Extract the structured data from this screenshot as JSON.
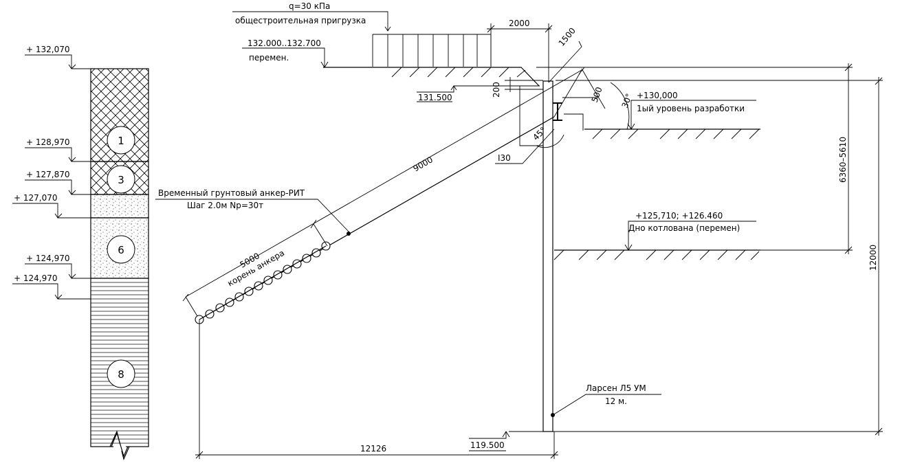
{
  "load": {
    "q": "q=30 кПа",
    "desc": "общестроительная пригрузка"
  },
  "ground_top": {
    "range": "132.000..132.700",
    "note": "перемен."
  },
  "dims": {
    "d2000": "2000",
    "d1500": "1500",
    "d200": "200",
    "d500": "500",
    "d9000": "9000",
    "d5000": "5000",
    "d12126": "12126",
    "d6360": "6360–5610",
    "d12000": "12000"
  },
  "elevations": {
    "e131500": "131.500",
    "e130000": "+130,000",
    "level1": "1ый уровень разработки",
    "bottom": "+125,710; +126.460",
    "bottom_note": "Дно котлована (перемен)",
    "e119500": "119.500"
  },
  "angles": {
    "a30": "30°",
    "a45": "45°"
  },
  "waler": "I30",
  "anchor": {
    "title": "Временный грунтовый анкер-РИТ",
    "spec": "Шаг 2.0м Np=30т",
    "root": "корень анкера"
  },
  "sheet_pile": {
    "title": "Ларсен Л5 УМ",
    "length": "12 м."
  },
  "borehole": {
    "levels": [
      "+ 132,070",
      "+ 128,970",
      "+ 127,870",
      "+ 127,070",
      "+ 124,970",
      "+ 124,970"
    ],
    "layers": [
      "1",
      "3",
      "6",
      "8"
    ]
  }
}
